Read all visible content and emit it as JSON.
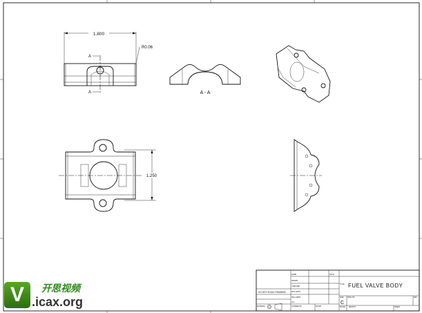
{
  "drawing": {
    "dimensions": {
      "length": "1.800",
      "radius": "R0.06",
      "height": "1.250"
    },
    "section_label": "A",
    "section_view_label": "A - A"
  },
  "title_block": {
    "title": "FUEL VALVE BODY",
    "do_not_scale": "DO NOT SCALE DRAWING",
    "size_value": "C",
    "labels": [
      "NAME",
      "DATE",
      "TITLE",
      "SIZE",
      "DWG NO",
      "REV",
      "SCALE",
      "WEIGHT",
      "SHEET",
      "DRAWN",
      "CHECKED",
      "ENG APPR",
      "MFG APPR",
      "Q.A.",
      "COMMENTS",
      "MATERIAL",
      "FINISH"
    ]
  },
  "watermark": {
    "cn": "开思视频",
    "site": ".icax.org",
    "logo_letter": "V"
  }
}
